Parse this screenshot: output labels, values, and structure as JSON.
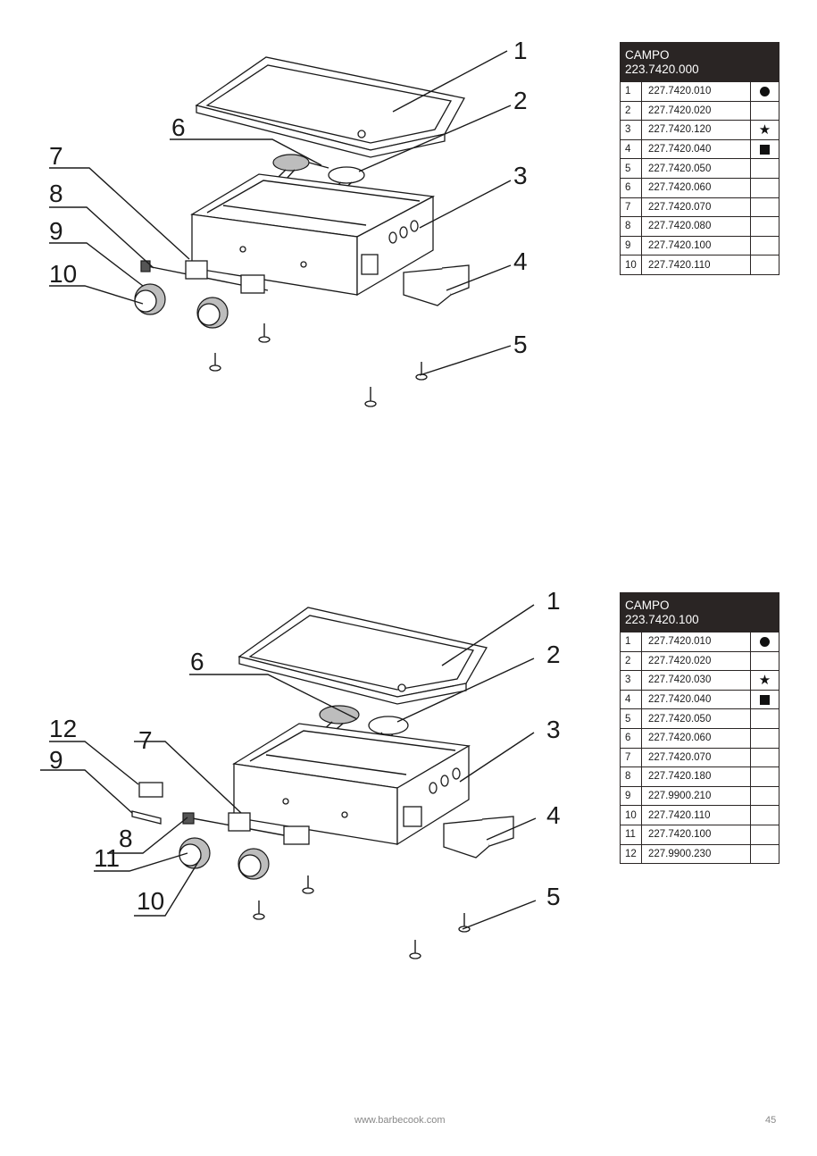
{
  "diagrams": [
    {
      "callouts": [
        "1",
        "2",
        "3",
        "4",
        "5",
        "6",
        "7",
        "8",
        "9",
        "10"
      ]
    },
    {
      "callouts": [
        "1",
        "2",
        "3",
        "4",
        "5",
        "6",
        "7",
        "8",
        "9",
        "10",
        "11",
        "12"
      ]
    }
  ],
  "tables": [
    {
      "title": "CAMPO",
      "model": "223.7420.000",
      "rows": [
        {
          "num": "1",
          "code": "227.7420.010",
          "symbol": "circle"
        },
        {
          "num": "2",
          "code": "227.7420.020",
          "symbol": ""
        },
        {
          "num": "3",
          "code": "227.7420.120",
          "symbol": "star"
        },
        {
          "num": "4",
          "code": "227.7420.040",
          "symbol": "square"
        },
        {
          "num": "5",
          "code": "227.7420.050",
          "symbol": ""
        },
        {
          "num": "6",
          "code": "227.7420.060",
          "symbol": ""
        },
        {
          "num": "7",
          "code": "227.7420.070",
          "symbol": ""
        },
        {
          "num": "8",
          "code": "227.7420.080",
          "symbol": ""
        },
        {
          "num": "9",
          "code": "227.7420.100",
          "symbol": ""
        },
        {
          "num": "10",
          "code": "227.7420.110",
          "symbol": ""
        }
      ]
    },
    {
      "title": "CAMPO",
      "model": "223.7420.100",
      "rows": [
        {
          "num": "1",
          "code": "227.7420.010",
          "symbol": "circle"
        },
        {
          "num": "2",
          "code": "227.7420.020",
          "symbol": ""
        },
        {
          "num": "3",
          "code": "227.7420.030",
          "symbol": "star"
        },
        {
          "num": "4",
          "code": "227.7420.040",
          "symbol": "square"
        },
        {
          "num": "5",
          "code": "227.7420.050",
          "symbol": ""
        },
        {
          "num": "6",
          "code": "227.7420.060",
          "symbol": ""
        },
        {
          "num": "7",
          "code": "227.7420.070",
          "symbol": ""
        },
        {
          "num": "8",
          "code": "227.7420.180",
          "symbol": ""
        },
        {
          "num": "9",
          "code": "227.9900.210",
          "symbol": ""
        },
        {
          "num": "10",
          "code": "227.7420.110",
          "symbol": ""
        },
        {
          "num": "11",
          "code": "227.7420.100",
          "symbol": ""
        },
        {
          "num": "12",
          "code": "227.9900.230",
          "symbol": ""
        }
      ]
    }
  ],
  "footer": {
    "url": "www.barbecook.com",
    "page_number": "45"
  }
}
